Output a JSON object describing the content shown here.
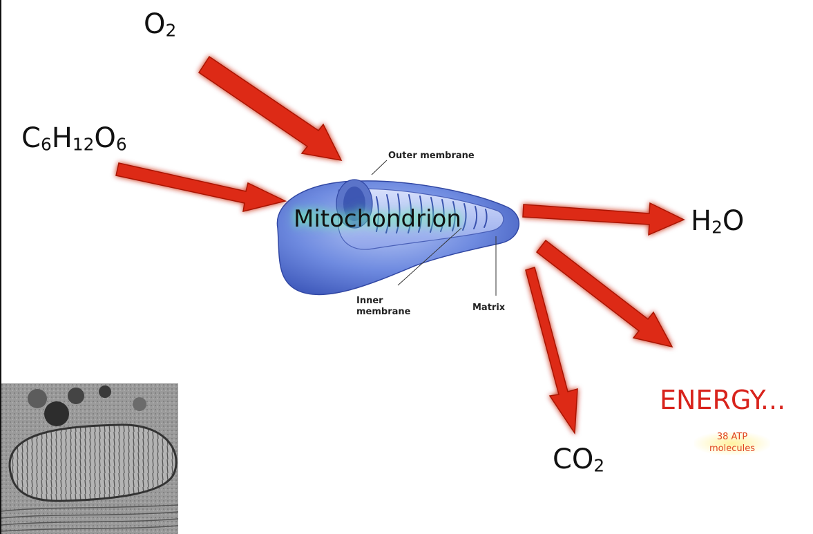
{
  "inputs": {
    "oxygen": {
      "main": "O",
      "sub": "2"
    },
    "glucose": {
      "c": "C",
      "c_sub": "6",
      "h": "H",
      "h_sub": "12",
      "o": "O",
      "o_sub": "6"
    }
  },
  "outputs": {
    "water": {
      "h": "H",
      "h_sub": "2",
      "o": "O"
    },
    "carbon_dioxide": {
      "main": "CO",
      "sub": "2"
    },
    "energy": {
      "label": "ENERGY...",
      "detail_line1": "38 ATP",
      "detail_line2": "molecules"
    }
  },
  "organelle": {
    "title": "Mitochondrion",
    "labels": {
      "outer_membrane": "Outer membrane",
      "inner_membrane_line1": "Inner",
      "inner_membrane_line2": "membrane",
      "matrix": "Matrix"
    }
  },
  "colors": {
    "arrow": "#dd2a12",
    "arrow_glow": "#ff7a6a",
    "energy_text": "#d8231c",
    "mito_glow": "#6ff0b0",
    "mito_blue": "#5a78d8"
  }
}
